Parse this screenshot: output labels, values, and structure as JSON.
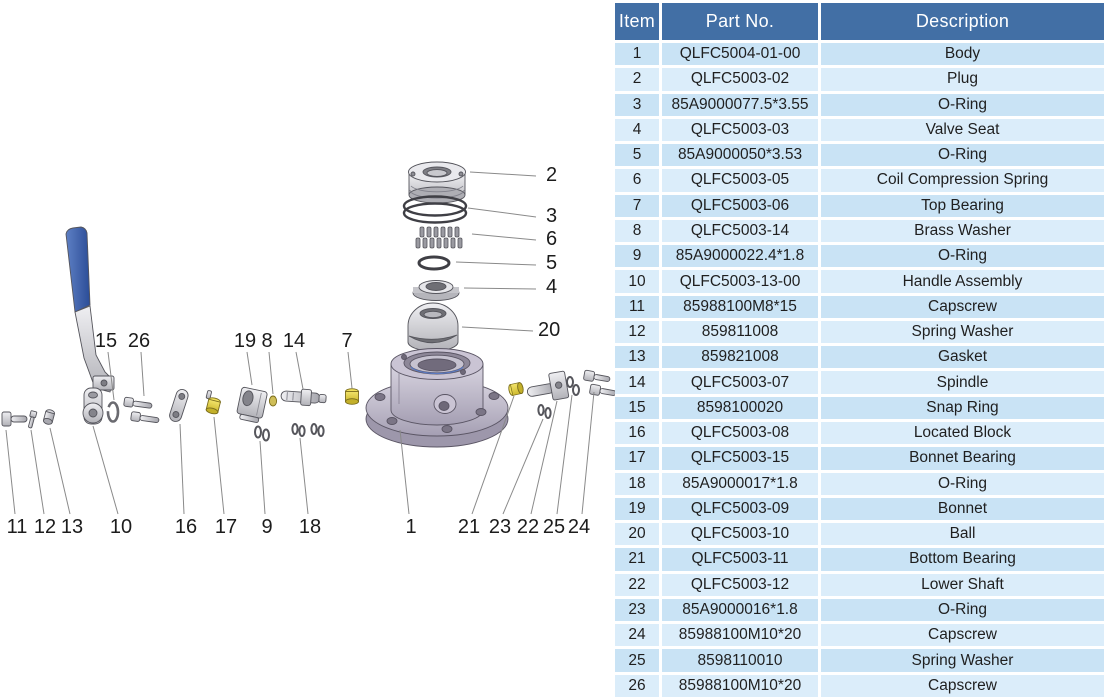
{
  "table": {
    "headers": {
      "item": "Item",
      "part_no": "Part No.",
      "description": "Description"
    },
    "rows": [
      {
        "item": "1",
        "part_no": "QLFC5004-01-00",
        "description": "Body"
      },
      {
        "item": "2",
        "part_no": "QLFC5003-02",
        "description": "Plug"
      },
      {
        "item": "3",
        "part_no": "85A9000077.5*3.55",
        "description": "O-Ring"
      },
      {
        "item": "4",
        "part_no": "QLFC5003-03",
        "description": "Valve Seat"
      },
      {
        "item": "5",
        "part_no": "85A9000050*3.53",
        "description": "O-Ring"
      },
      {
        "item": "6",
        "part_no": "QLFC5003-05",
        "description": "Coil Compression Spring"
      },
      {
        "item": "7",
        "part_no": "QLFC5003-06",
        "description": "Top Bearing"
      },
      {
        "item": "8",
        "part_no": "QLFC5003-14",
        "description": "Brass Washer"
      },
      {
        "item": "9",
        "part_no": "85A9000022.4*1.8",
        "description": "O-Ring"
      },
      {
        "item": "10",
        "part_no": "QLFC5003-13-00",
        "description": "Handle Assembly"
      },
      {
        "item": "11",
        "part_no": "85988100M8*15",
        "description": "Capscrew"
      },
      {
        "item": "12",
        "part_no": "859811008",
        "description": "Spring Washer"
      },
      {
        "item": "13",
        "part_no": "859821008",
        "description": "Gasket"
      },
      {
        "item": "14",
        "part_no": "QLFC5003-07",
        "description": "Spindle"
      },
      {
        "item": "15",
        "part_no": "8598100020",
        "description": "Snap Ring"
      },
      {
        "item": "16",
        "part_no": "QLFC5003-08",
        "description": "Located Block"
      },
      {
        "item": "17",
        "part_no": "QLFC5003-15",
        "description": "Bonnet Bearing"
      },
      {
        "item": "18",
        "part_no": "85A9000017*1.8",
        "description": "O-Ring"
      },
      {
        "item": "19",
        "part_no": "QLFC5003-09",
        "description": "Bonnet"
      },
      {
        "item": "20",
        "part_no": "QLFC5003-10",
        "description": "Ball"
      },
      {
        "item": "21",
        "part_no": "QLFC5003-11",
        "description": "Bottom Bearing"
      },
      {
        "item": "22",
        "part_no": "QLFC5003-12",
        "description": "Lower Shaft"
      },
      {
        "item": "23",
        "part_no": "85A9000016*1.8",
        "description": "O-Ring"
      },
      {
        "item": "24",
        "part_no": "85988100M10*20",
        "description": "Capscrew"
      },
      {
        "item": "25",
        "part_no": "8598110010",
        "description": "Spring Washer"
      },
      {
        "item": "26",
        "part_no": "85988100M10*20",
        "description": "Capscrew"
      }
    ],
    "style": {
      "header_bg": "#426fa5",
      "header_text": "#ffffff",
      "row_odd_bg": "#c9e3f5",
      "row_even_bg": "#dbedfa",
      "grid_color": "#ffffff"
    }
  },
  "diagram": {
    "callout_labels": [
      "2",
      "3",
      "6",
      "5",
      "4",
      "20",
      "15",
      "26",
      "19",
      "8",
      "14",
      "7",
      "11",
      "12",
      "13",
      "10",
      "16",
      "17",
      "9",
      "18",
      "1",
      "21",
      "23",
      "22",
      "25",
      "24"
    ],
    "part_colors": {
      "steel": "#c9c9ce",
      "body_tint": "#bdb6c9",
      "brass": "#e6d33e",
      "handle_blue": "#3c5fa8",
      "leader_line": "#8a8a8a",
      "label_text": "#1c1c1c"
    }
  }
}
